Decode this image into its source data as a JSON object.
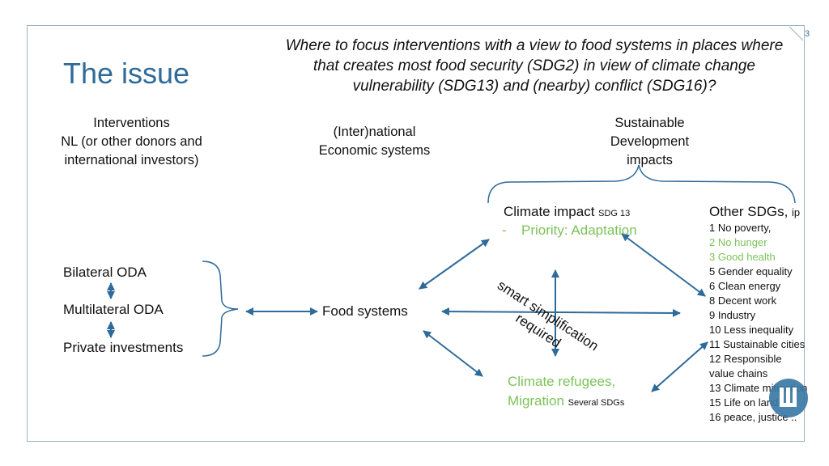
{
  "page_number": "3",
  "title": "The issue",
  "question": "Where to focus interventions with a view to food systems in places where that creates most food security (SDG2) in view of climate change vulnerability (SDG13) and (nearby) conflict (SDG16)?",
  "columns": {
    "interventions": [
      "Interventions",
      "NL (or other donors and",
      "international investors)"
    ],
    "economic": [
      "(Inter)national",
      "Economic systems"
    ],
    "impacts": [
      "Sustainable",
      "Development",
      "impacts"
    ]
  },
  "oda": {
    "bilateral": "Bilateral ODA",
    "multilateral": "Multilateral ODA",
    "private": "Private investments"
  },
  "food_systems": "Food systems",
  "climate_impact": {
    "label": "Climate impact ",
    "sdg": "SDG 13",
    "dash": "-",
    "priority": "Priority: Adaptation"
  },
  "refugees": {
    "line1": "Climate refugees,",
    "line2": "Migration ",
    "sdg": "Several SDGs"
  },
  "smart_note": [
    "smart simplification",
    "required"
  ],
  "other_sdgs": {
    "header": "Other SDGs,",
    "suffix": "ip",
    "items": [
      {
        "text": "1 No poverty,",
        "highlight": false
      },
      {
        "text": "2 No hunger",
        "highlight": true
      },
      {
        "text": "3 Good health",
        "highlight": true
      },
      {
        "text": "5 Gender equality",
        "highlight": false
      },
      {
        "text": "6 Clean energy",
        "highlight": false
      },
      {
        "text": "8 Decent work",
        "highlight": false
      },
      {
        "text": "9 Industry",
        "highlight": false
      },
      {
        "text": "10 Less inequality",
        "highlight": false
      },
      {
        "text": "11 Sustainable cities",
        "highlight": false
      },
      {
        "text": "12 Responsible",
        "highlight": false
      },
      {
        "text": "value chains",
        "highlight": false
      },
      {
        "text": "13 Climate mitigation",
        "highlight": false
      },
      {
        "text": "15 Life on land",
        "highlight": false
      },
      {
        "text": "16 peace, justice ..",
        "highlight": false
      }
    ]
  },
  "colors": {
    "title": "#2f6b9a",
    "arrow": "#2f6b9a",
    "highlight": "#7cc35a",
    "frame": "#9ab0c4"
  }
}
